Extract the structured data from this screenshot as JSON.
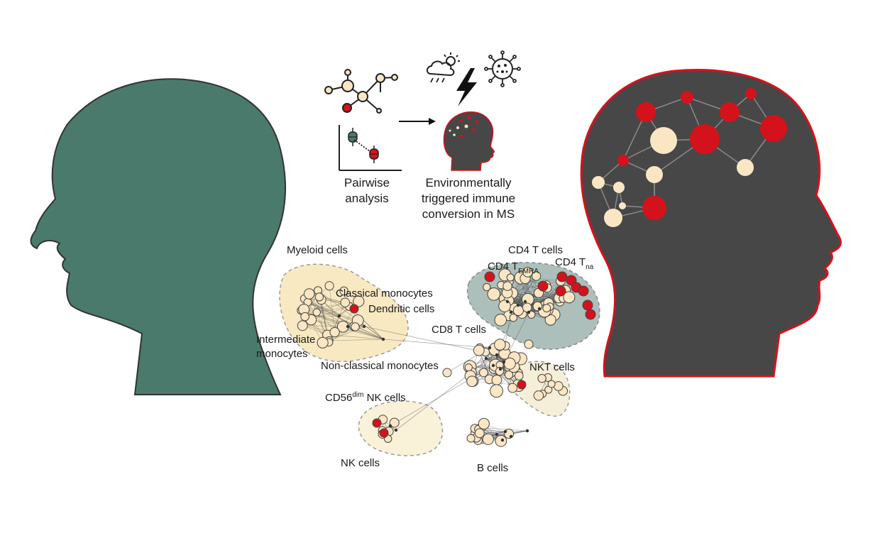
{
  "colors": {
    "left_head": "#4a7a6c",
    "right_head": "#474747",
    "right_head_outline": "#d4121b",
    "node_light": "#fbe6c4",
    "node_red": "#d4121b",
    "cluster_yellow": "#f6e2ad",
    "cluster_teal": "#7f9d96"
  },
  "icons": [
    "network-icon",
    "pairwise-plot-icon",
    "arrow-right-icon",
    "weather-icon",
    "lightning-icon",
    "virus-icon",
    "small-head-icon"
  ],
  "labels": {
    "pairwise_line1": "Pairwise",
    "pairwise_line2": "analysis",
    "env_line1": "Environmentally",
    "env_line2": "triggered immune",
    "env_line3": "conversion in MS",
    "myeloid": "Myeloid cells",
    "classical_mono": "Classical monocytes",
    "dendritic": "Dendritic cells",
    "intermediate_line1": "Intermediate",
    "intermediate_line2": "monocytes",
    "nonclassical": "Non-classical monocytes",
    "cd8": "CD8 T cells",
    "cd4": "CD4 T cells",
    "cd4_emra_main": "CD4 T",
    "cd4_emra_sub": "EMRA",
    "cd4_na_main": "CD4 T",
    "cd4_na_sub": "na",
    "nkt": "NKT cells",
    "cd56_main": "CD56",
    "cd56_sup": "dim",
    "cd56_rest": " NK cells",
    "nk": "NK cells",
    "b": "B cells"
  }
}
